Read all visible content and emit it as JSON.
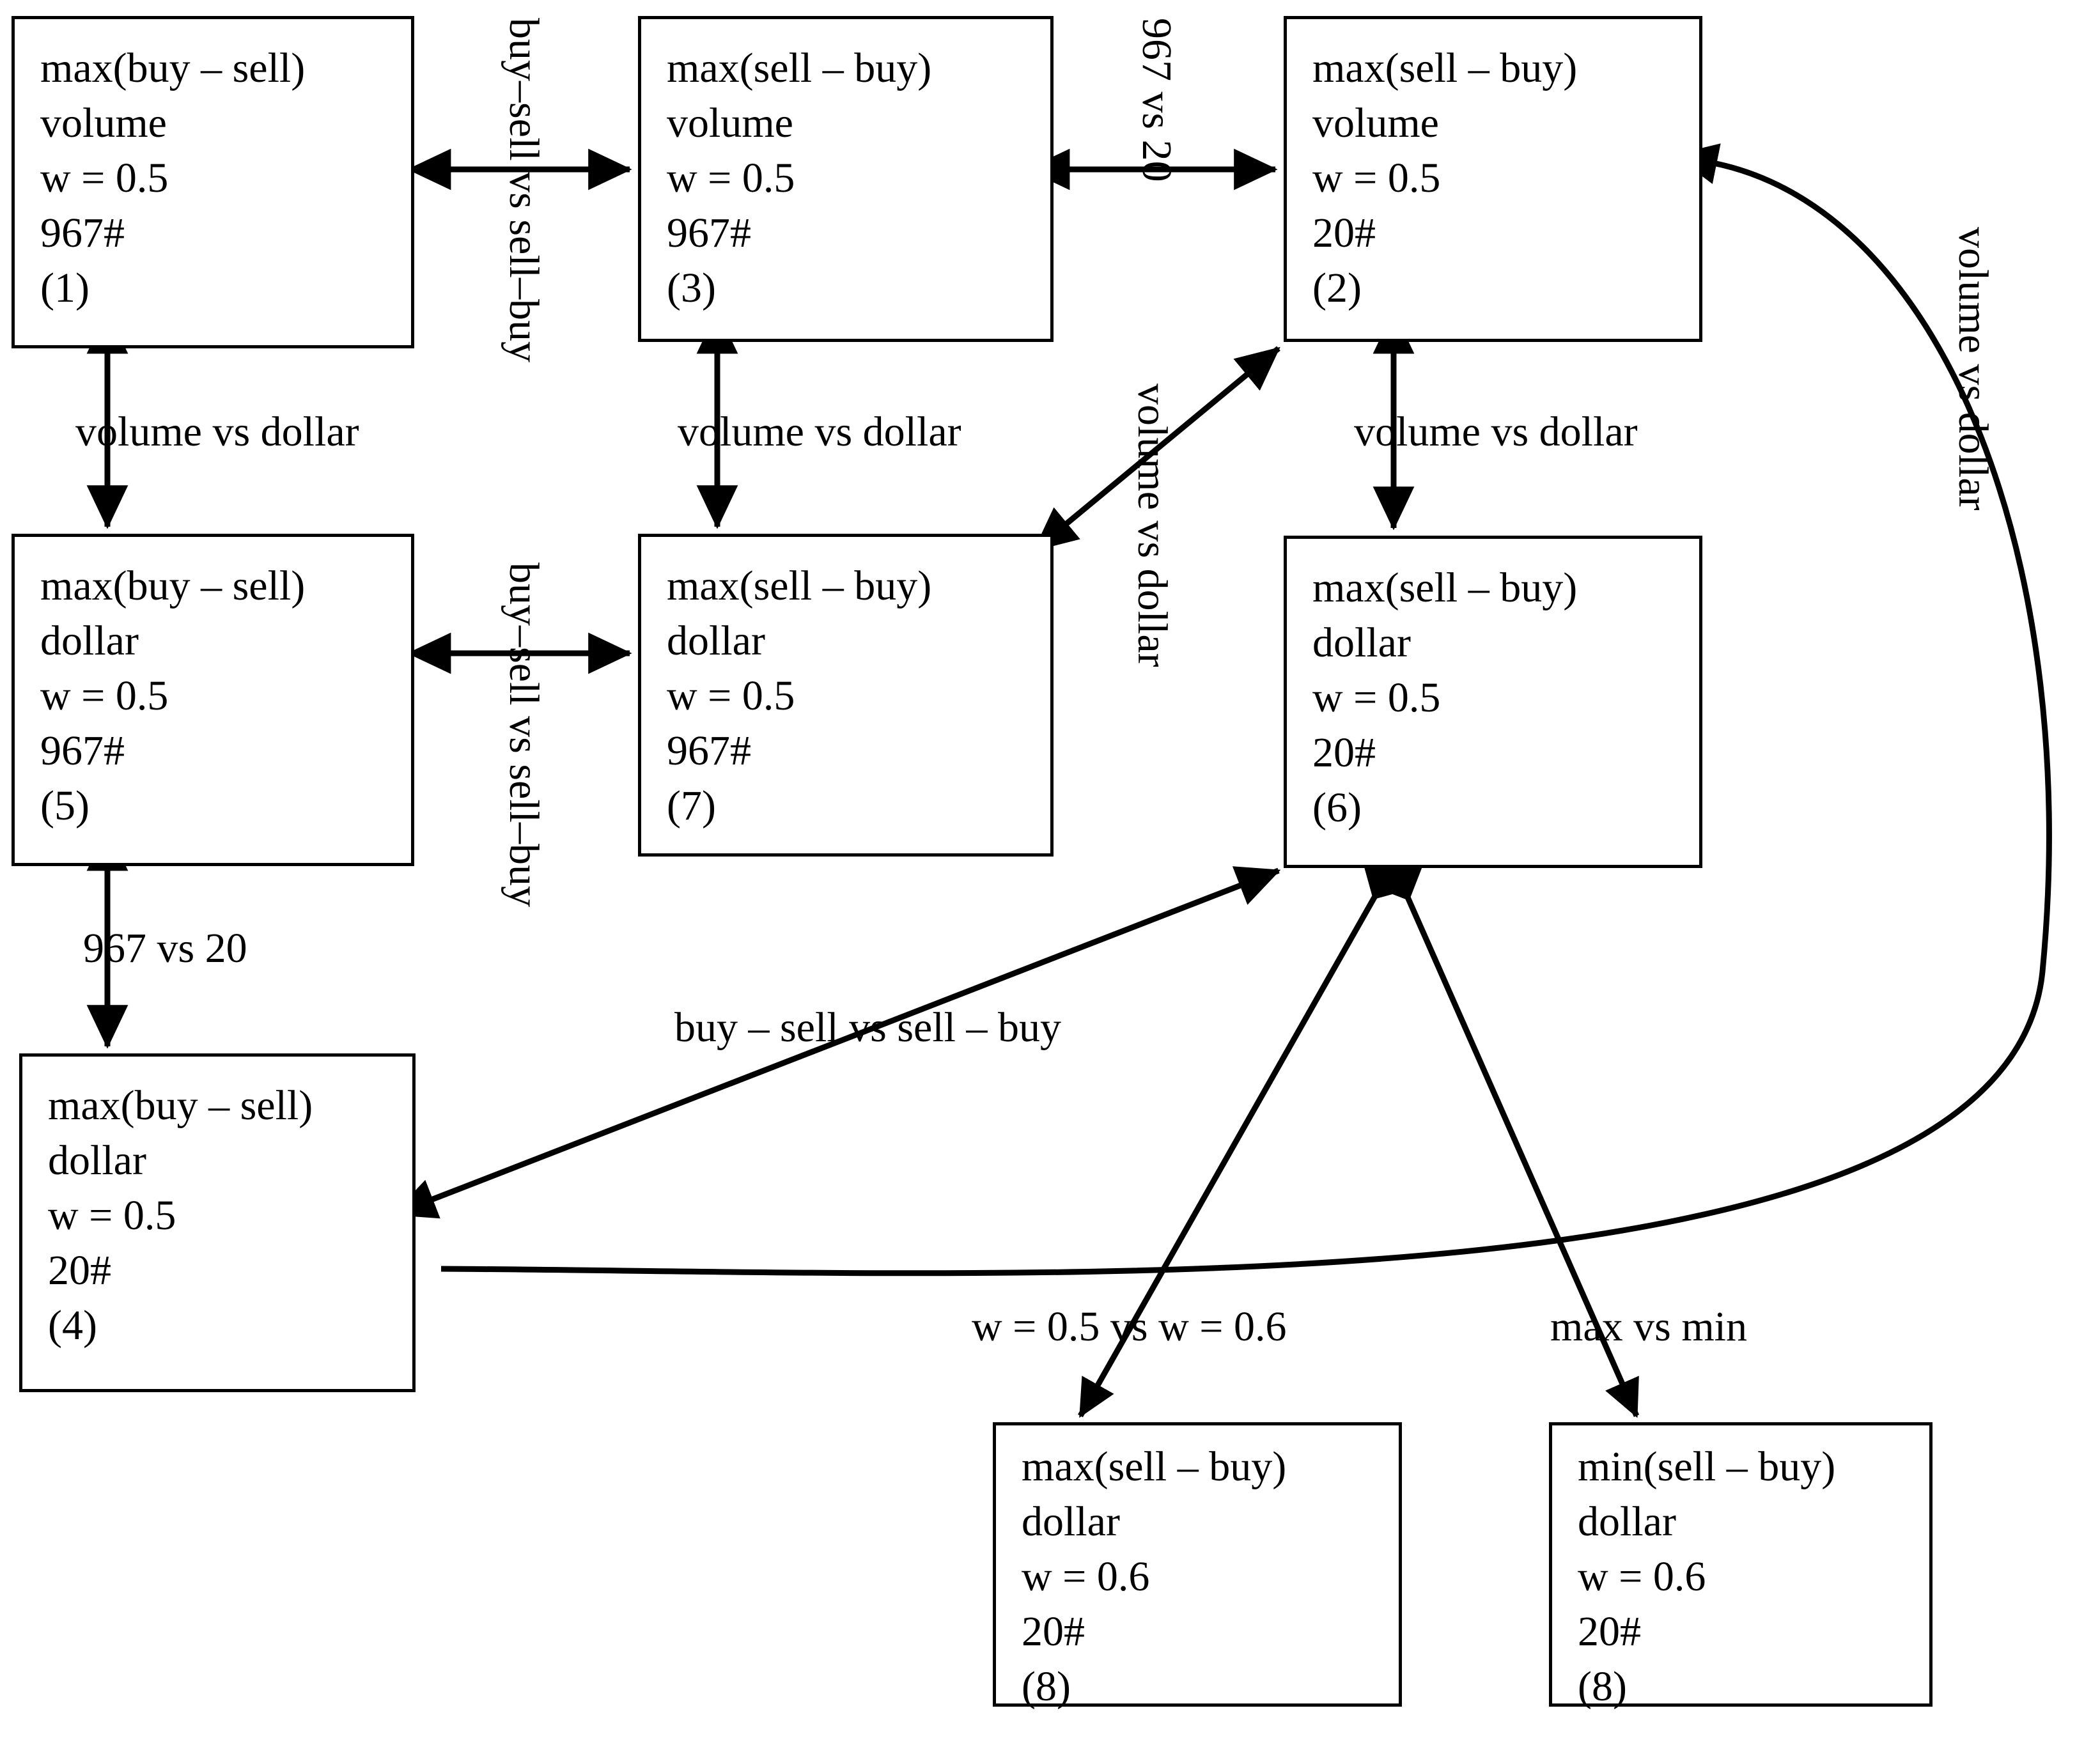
{
  "diagram": {
    "title": "Experiment comparison diagram",
    "stroke_color": "#000000",
    "background_color": "#ffffff"
  },
  "nodes": [
    {
      "id": "n1",
      "label": "(1)",
      "lines": [
        "max(buy – sell)",
        "volume",
        "w = 0.5",
        "967#",
        "(1)"
      ],
      "objective": "max(buy – sell)",
      "unit": "volume",
      "w": "w = 0.5",
      "count": "967#"
    },
    {
      "id": "n3",
      "label": "(3)",
      "lines": [
        "max(sell – buy)",
        "volume",
        "w = 0.5",
        "967#",
        "(3)"
      ],
      "objective": "max(sell – buy)",
      "unit": "volume",
      "w": "w = 0.5",
      "count": "967#"
    },
    {
      "id": "n2",
      "label": "(2)",
      "lines": [
        "max(sell – buy)",
        "volume",
        "w = 0.5",
        "20#",
        "(2)"
      ],
      "objective": "max(sell – buy)",
      "unit": "volume",
      "w": "w = 0.5",
      "count": "20#"
    },
    {
      "id": "n5",
      "label": "(5)",
      "lines": [
        "max(buy – sell)",
        "dollar",
        "w = 0.5",
        "967#",
        "(5)"
      ],
      "objective": "max(buy – sell)",
      "unit": "dollar",
      "w": "w = 0.5",
      "count": "967#"
    },
    {
      "id": "n7",
      "label": "(7)",
      "lines": [
        "max(sell – buy)",
        "dollar",
        "w = 0.5",
        "967#",
        "(7)"
      ],
      "objective": "max(sell – buy)",
      "unit": "dollar",
      "w": "w = 0.5",
      "count": "967#"
    },
    {
      "id": "n6",
      "label": "(6)",
      "lines": [
        "max(sell – buy)",
        "dollar",
        "w = 0.5",
        "20#",
        "(6)"
      ],
      "objective": "max(sell – buy)",
      "unit": "dollar",
      "w": "w = 0.5",
      "count": "20#"
    },
    {
      "id": "n4",
      "label": "(4)",
      "lines": [
        "max(buy – sell)",
        "dollar",
        "w = 0.5",
        "20#",
        "(4)"
      ],
      "objective": "max(buy – sell)",
      "unit": "dollar",
      "w": "w = 0.5",
      "count": "20#"
    },
    {
      "id": "n8a",
      "label": "(8)",
      "lines": [
        "max(sell – buy)",
        "dollar",
        "w = 0.6",
        "20#",
        "(8)"
      ],
      "objective": "max(sell – buy)",
      "unit": "dollar",
      "w": "w = 0.6",
      "count": "20#"
    },
    {
      "id": "n8b",
      "label": "(8)",
      "lines": [
        "min(sell – buy)",
        "dollar",
        "w = 0.6",
        "20#",
        "(8)"
      ],
      "objective": "min(sell – buy)",
      "unit": "dollar",
      "w": "w = 0.6",
      "count": "20#"
    }
  ],
  "edge_labels": {
    "e_1_3": "buy–sell vs sell–buy",
    "e_3_2": "967 vs 20",
    "e_1_5": "volume vs dollar",
    "e_3_7": "volume vs dollar",
    "e_7_2": "volume vs dollar",
    "e_2_6": "volume vs dollar",
    "e_2_4": "volume vs dollar",
    "e_5_7": "buy–sell vs sell–buy",
    "e_5_4": "967 vs 20",
    "e_4_6": "buy – sell vs sell – buy",
    "e_6_8a": "w = 0.5 vs w = 0.6",
    "e_6_8b": "max vs min"
  }
}
